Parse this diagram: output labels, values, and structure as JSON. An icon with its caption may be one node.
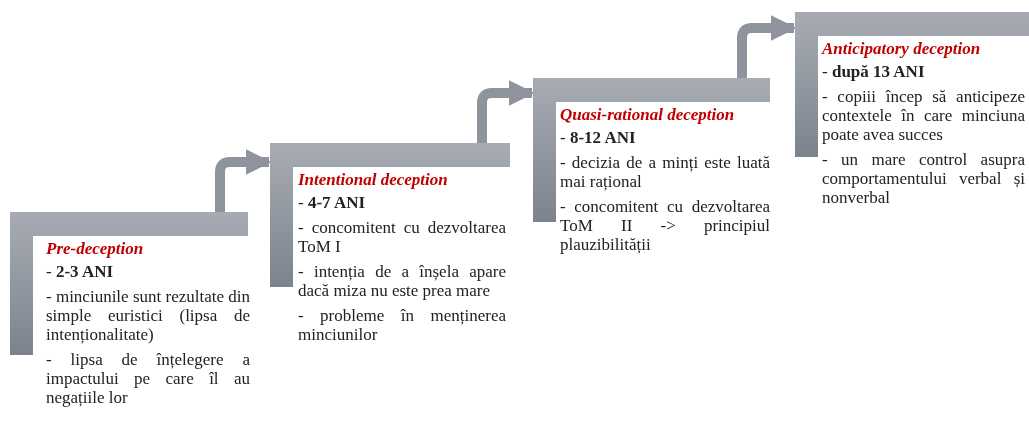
{
  "diagram": {
    "nodes": [
      {
        "text": [
          "Pre-deception",
          "- **2-3 ANI**",
          "- minciunile sunt rezultate din simple euristici (lipsa de intenționalitate)",
          "- lipsa de înțelegere a impactului pe care îl au negațiile lor"
        ]
      },
      {
        "text": [
          "Intentional deception",
          "- **4-7 ANI**",
          "- concomitent cu dezvoltarea ToM I",
          "- intenția de a înșela apare dacă miza nu este prea mare",
          "- probleme în menținerea minciunilor"
        ]
      },
      {
        "text": [
          "Quasi-rational deception",
          "- **8-12 ANI**",
          "- decizia de a minți este luată mai rațional",
          "- concomitent cu dezvoltarea ToM II -> principiul plauzibilității"
        ]
      },
      {
        "text": [
          "Anticipatory deception",
          "- **după 13 ANI**",
          "- copiii încep să anticipeze contextele în care minciuna poate avea succes",
          "- un mare control asupra comportamentului verbal și nonverbal"
        ]
      }
    ],
    "edges": [
      {
        "from": 0,
        "to": 1,
        "arrow": "to"
      },
      {
        "from": 1,
        "to": 2,
        "arrow": "to"
      },
      {
        "from": 2,
        "to": 3,
        "arrow": "to"
      }
    ]
  }
}
